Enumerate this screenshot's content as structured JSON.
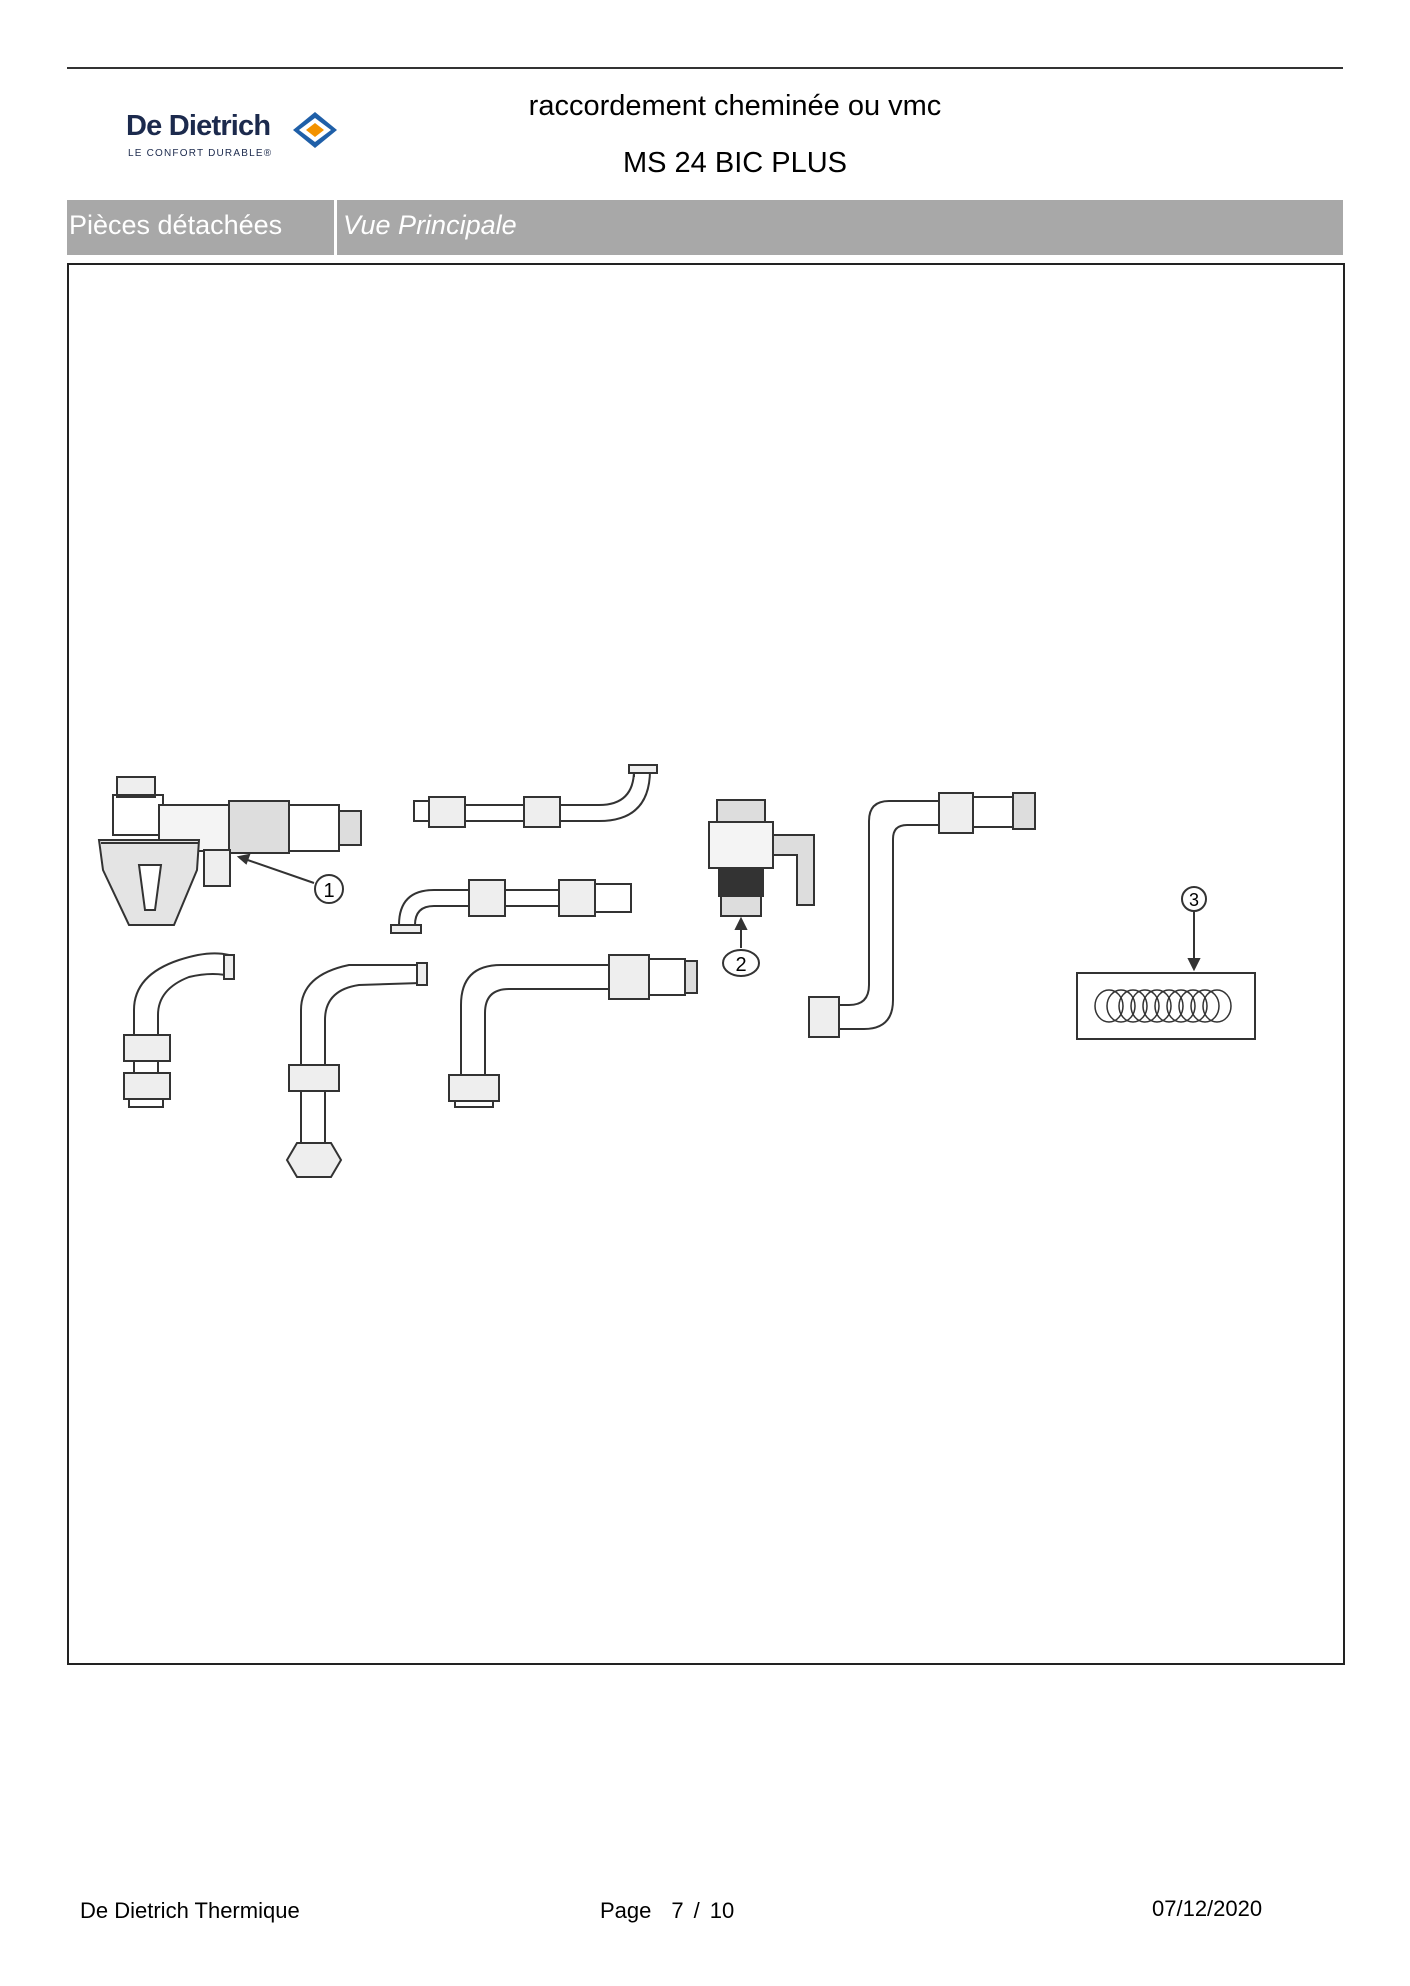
{
  "header": {
    "logo_name": "De Dietrich",
    "logo_tagline": "LE CONFORT DURABLE®",
    "title": "raccordement cheminée ou vmc",
    "subtitle": "MS 24 BIC PLUS"
  },
  "section": {
    "label": "Pièces détachées",
    "value": "Vue Principale"
  },
  "drawing": {
    "callouts": [
      "1",
      "2",
      "3"
    ]
  },
  "footer": {
    "company": "De Dietrich Thermique",
    "page_label": "Page",
    "page_current": "7",
    "page_separator": "/",
    "page_total": "10",
    "date": "07/12/2020"
  },
  "colors": {
    "brand_navy": "#1c2a4d",
    "brand_orange": "#f39200",
    "brand_blue": "#1f5fa8",
    "section_bar": "#a8a8a8"
  }
}
